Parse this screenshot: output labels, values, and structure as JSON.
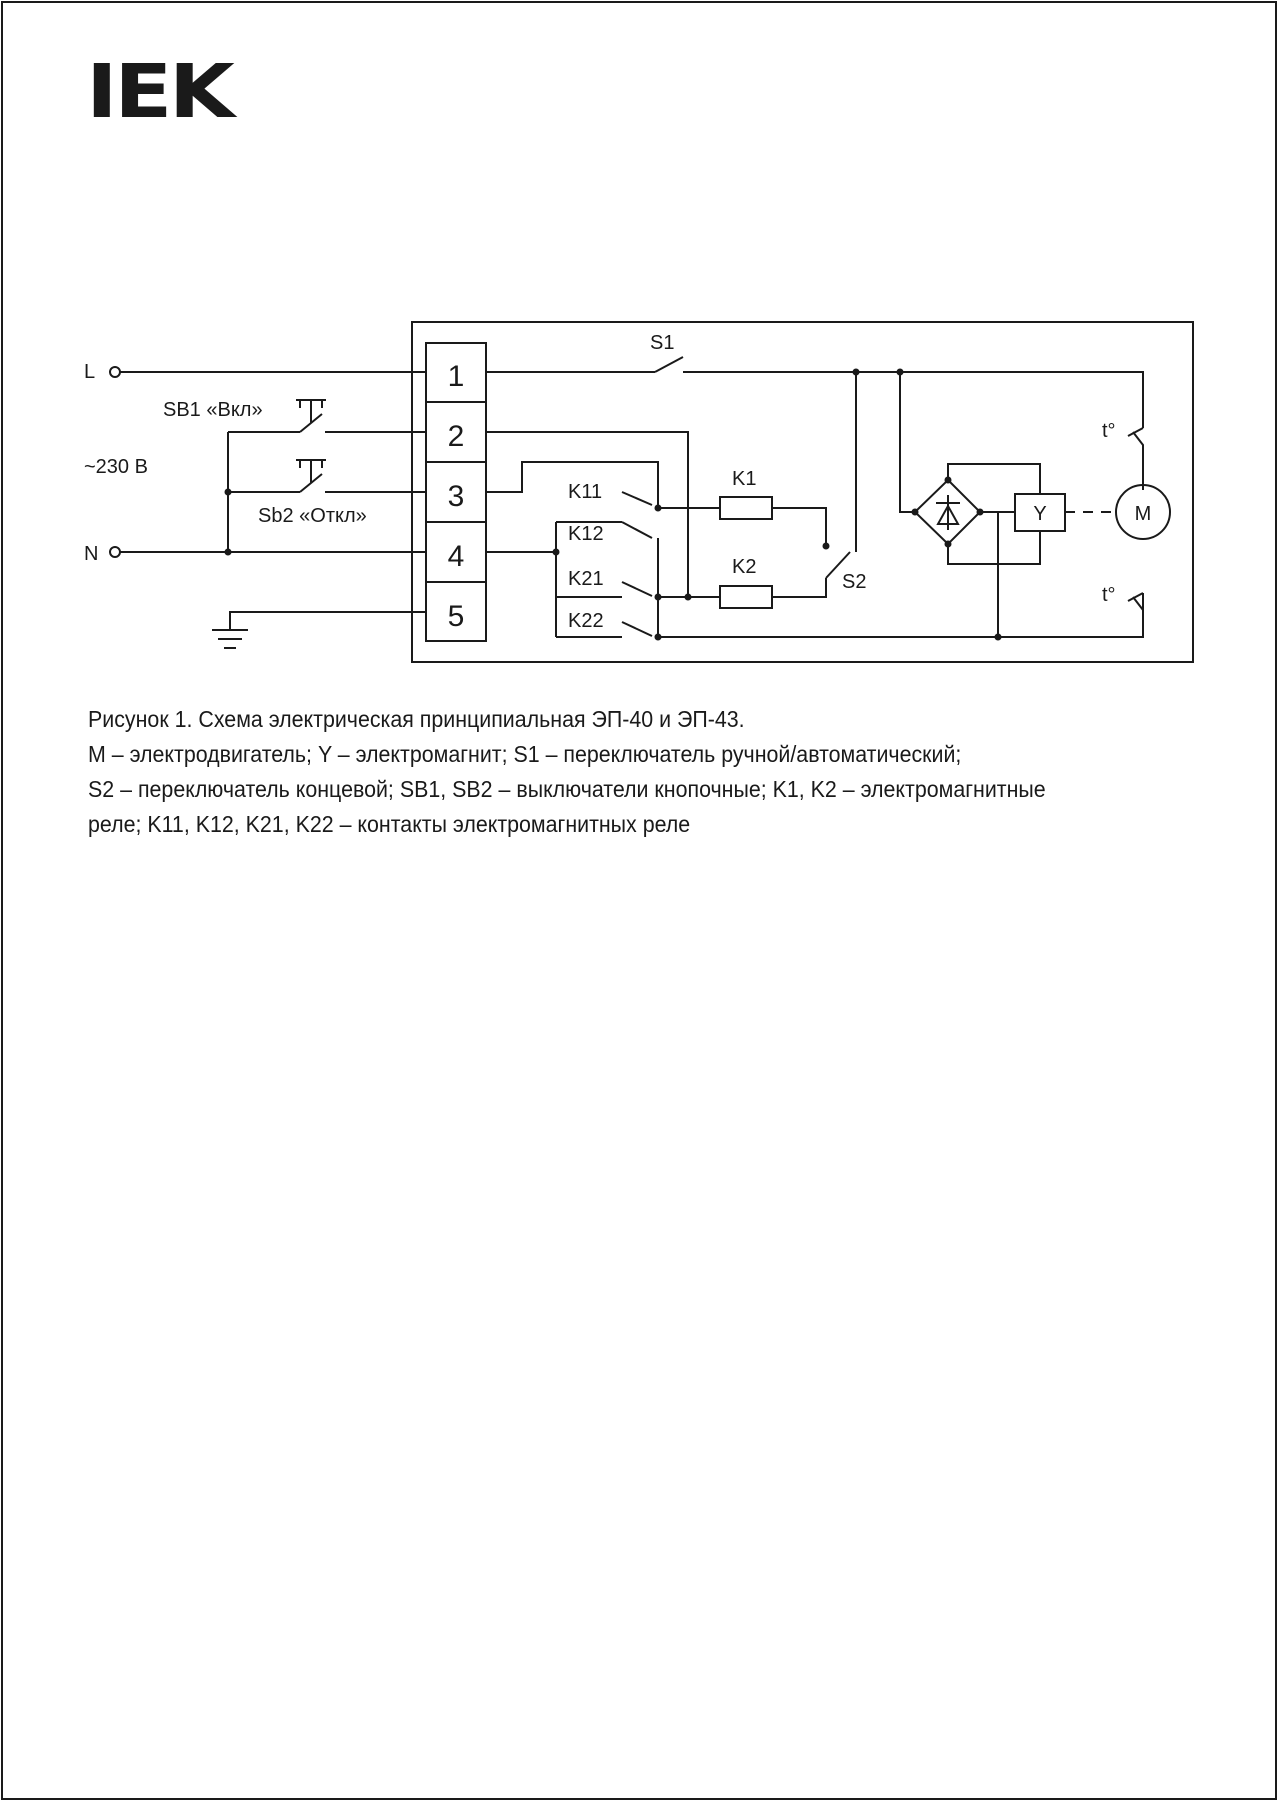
{
  "brand": {
    "logo_text": "IEK"
  },
  "diagram": {
    "supply_l": "L",
    "supply_n": "N",
    "voltage": "~230 В",
    "sb1": "SB1 «Вкл»",
    "sb2": "Sb2 «Откл»",
    "terminals": [
      "1",
      "2",
      "3",
      "4",
      "5"
    ],
    "s1": "S1",
    "s2": "S2",
    "k1": "K1",
    "k2": "K2",
    "k11": "K11",
    "k12": "K12",
    "k21": "K21",
    "k22": "K22",
    "y": "Y",
    "m": "M",
    "thermal_top": "t°",
    "thermal_bottom": "t°"
  },
  "caption": {
    "line1": "Рисунок 1. Схема электрическая принципиальная ЭП-40 и ЭП-43.",
    "line2": "M – электродвигатель; Y – электромагнит; S1 – переключатель ручной/автоматический;",
    "line3": "S2 – переключатель концевой; SB1, SB2 – выключатели кнопочные; K1, K2 – электромагнитные",
    "line4": "реле; K11, K12,  K21, K22 – контакты электромагнитных реле"
  },
  "colors": {
    "ink": "#1a1a1a",
    "background": "#ffffff"
  }
}
